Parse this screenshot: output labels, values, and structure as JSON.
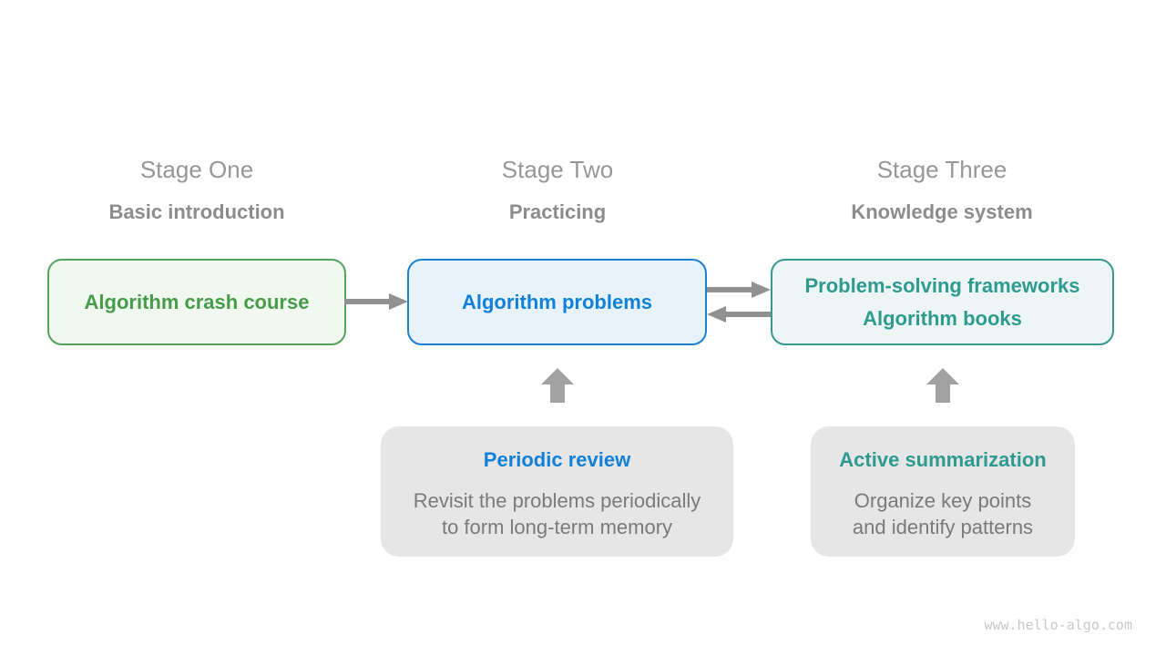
{
  "stages": [
    {
      "title": "Stage One",
      "subtitle": "Basic introduction",
      "box": {
        "lines": [
          "Algorithm crash course"
        ]
      },
      "accent_color": "#479c4b",
      "box_fill": "#f1f8f0",
      "box_border": "#57a25b"
    },
    {
      "title": "Stage Two",
      "subtitle": "Practicing",
      "box": {
        "lines": [
          "Algorithm problems"
        ]
      },
      "accent_color": "#1180d8",
      "box_fill": "#e8f2fb",
      "box_border": "#1c80d4"
    },
    {
      "title": "Stage Three",
      "subtitle": "Knowledge system",
      "box": {
        "lines": [
          "Problem-solving frameworks",
          "Algorithm books"
        ]
      },
      "accent_color": "#2f9a90",
      "box_fill": "#edf6f4",
      "box_border": "#35988e"
    }
  ],
  "notes": [
    {
      "title": "Periodic review",
      "title_color": "#1180d8",
      "lines": [
        "Revisit the problems periodically",
        "to form long-term memory"
      ]
    },
    {
      "title": "Active summarization",
      "title_color": "#2f9a90",
      "lines": [
        "Organize key points",
        "and identify patterns"
      ]
    }
  ],
  "arrows": {
    "stage1_to_stage2": "right-arrow",
    "stage2_to_stage3": "right-arrow",
    "stage3_to_stage2": "left-arrow",
    "note_to_stage2": "up-arrow",
    "note_to_stage3": "up-arrow"
  },
  "watermark": "www.hello-algo.com",
  "colors": {
    "background": "#ffffff",
    "heading_gray": "#979797",
    "subtitle_gray": "#8c8c8c",
    "horizontal_arrow_gray": "#919191",
    "up_arrow_gray": "#a2a2a2",
    "note_bg": "#e6e6e6",
    "note_text_gray": "#7a7a7a",
    "watermark_gray": "#c9c9c9"
  }
}
